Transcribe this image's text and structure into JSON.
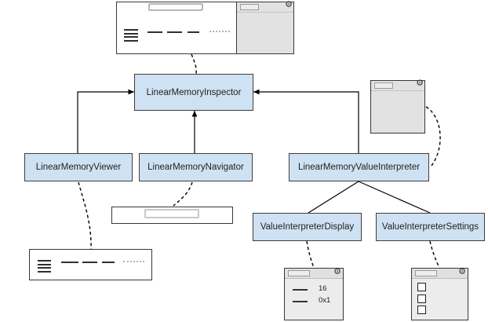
{
  "diagram": {
    "nodes": {
      "inspector": {
        "label": "LinearMemoryInspector"
      },
      "viewer": {
        "label": "LinearMemoryViewer"
      },
      "navigator": {
        "label": "LinearMemoryNavigator"
      },
      "interpreter": {
        "label": "LinearMemoryValueInterpreter"
      },
      "display": {
        "label": "ValueInterpreterDisplay"
      },
      "settings": {
        "label": "ValueInterpreterSettings"
      }
    },
    "display_panel": {
      "rows": [
        {
          "value": "16"
        },
        {
          "value": "0x1"
        }
      ]
    },
    "icons": {
      "gear": "⚙"
    },
    "colors": {
      "node_fill": "#cfe2f3",
      "node_border": "#3d3d3d",
      "panel_fill": "#e2e2e2",
      "panel_body_fill": "#ececec",
      "connector": "#000000"
    }
  }
}
